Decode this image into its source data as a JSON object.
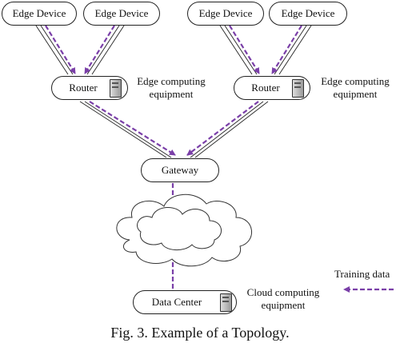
{
  "edge_devices": [
    "Edge Device",
    "Edge Device",
    "Edge Device",
    "Edge Device"
  ],
  "routers": [
    "Router",
    "Router"
  ],
  "edge_equipment_label": [
    "Edge computing",
    "equipment"
  ],
  "gateway": "Gateway",
  "data_center": "Data Center",
  "cloud_equipment_label": [
    "Cloud computing",
    "equipment"
  ],
  "legend": {
    "label": "Training data",
    "line_color": "#7a3fa8"
  },
  "caption": "Fig. 3.  Example of a Topology."
}
